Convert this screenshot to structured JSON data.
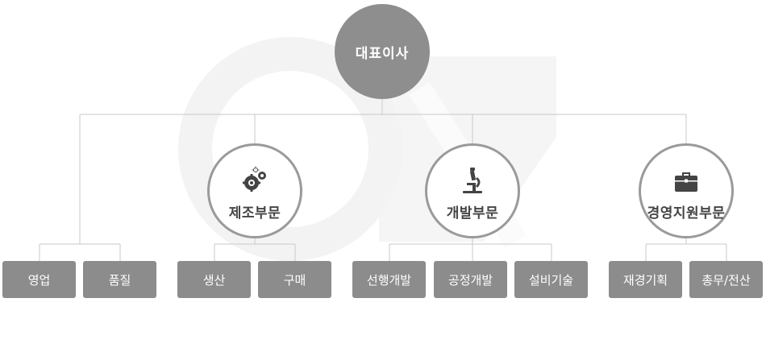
{
  "colors": {
    "node_fill": "#8e8e8e",
    "team_fill": "#8c8c8c",
    "ring": "#9a9a9a",
    "connector": "#c8c8c8",
    "watermark": "#f3f3f3"
  },
  "ceo": {
    "label": "대표이사"
  },
  "departments": [
    {
      "label": "제조부문",
      "icon": "gear-lightbulb-icon"
    },
    {
      "label": "개발부문",
      "icon": "microscope-icon"
    },
    {
      "label": "경영지원부문",
      "icon": "briefcase-icon"
    }
  ],
  "teams": [
    {
      "label": "영업"
    },
    {
      "label": "품질"
    },
    {
      "label": "생산"
    },
    {
      "label": "구매"
    },
    {
      "label": "선행개발"
    },
    {
      "label": "공정개발"
    },
    {
      "label": "설비기술"
    },
    {
      "label": "재경기획"
    },
    {
      "label": "총무/전산"
    }
  ]
}
